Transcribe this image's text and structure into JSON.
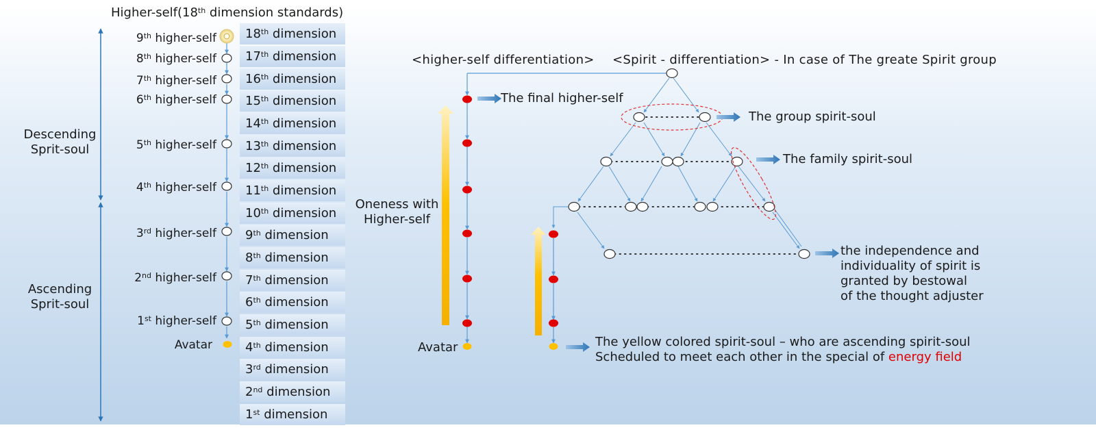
{
  "title": {
    "pre": "Higher-self(18",
    "sup": "th",
    "post": " dimension standards)"
  },
  "side_labels": {
    "descending": [
      "Descending",
      "Sprit-soul"
    ],
    "ascending": [
      "Ascending",
      "Sprit-soul"
    ]
  },
  "higher_selves": [
    {
      "num": "9",
      "sup": "th",
      "label": " higher-self"
    },
    {
      "num": "8",
      "sup": "th",
      "label": " higher-self"
    },
    {
      "num": "7",
      "sup": "th",
      "label": " higher-self"
    },
    {
      "num": "6",
      "sup": "th",
      "label": " higher-self"
    },
    {
      "num": "5",
      "sup": "th",
      "label": " higher-self"
    },
    {
      "num": "4",
      "sup": "th",
      "label": " higher-self"
    },
    {
      "num": "3",
      "sup": "rd",
      "label": " higher-self"
    },
    {
      "num": "2",
      "sup": "nd",
      "label": " higher-self"
    },
    {
      "num": "1",
      "sup": "st",
      "label": " higher-self"
    }
  ],
  "avatar_label": "Avatar",
  "dimensions": [
    {
      "num": "18",
      "sup": "th",
      "label": " dimension"
    },
    {
      "num": "17",
      "sup": "th",
      "label": " dimension"
    },
    {
      "num": "16",
      "sup": "th",
      "label": " dimension"
    },
    {
      "num": "15",
      "sup": "th",
      "label": " dimension"
    },
    {
      "num": "14",
      "sup": "th",
      "label": " dimension"
    },
    {
      "num": "13",
      "sup": "th",
      "label": " dimension"
    },
    {
      "num": "12",
      "sup": "th",
      "label": " dimension"
    },
    {
      "num": "11",
      "sup": "th",
      "label": " dimension"
    },
    {
      "num": "10",
      "sup": "th",
      "label": " dimension"
    },
    {
      "num": "9",
      "sup": "th",
      "label": " dimension"
    },
    {
      "num": "8",
      "sup": "th",
      "label": " dimension"
    },
    {
      "num": "7",
      "sup": "th",
      "label": " dimension"
    },
    {
      "num": "6",
      "sup": "th",
      "label": " dimension"
    },
    {
      "num": "5",
      "sup": "th",
      "label": " dimension"
    },
    {
      "num": "4",
      "sup": "th",
      "label": " dimension"
    },
    {
      "num": "3",
      "sup": "rd",
      "label": " dimension"
    },
    {
      "num": "2",
      "sup": "nd",
      "label": " dimension"
    },
    {
      "num": "1",
      "sup": "st",
      "label": " dimension"
    }
  ],
  "higher_self_diff_title": "<higher-self differentiation>",
  "spirit_diff_title": "<Spirit - differentiation> - In case of The greate Spirit group",
  "final_higher_self": "The final higher-self",
  "oneness": [
    "Oneness with",
    "Higher-self"
  ],
  "avatar_label_2": "Avatar",
  "group_spirit_soul": "The group spirit-soul",
  "family_spirit_soul": "The family spirit-soul",
  "independence": [
    "the independence and",
    "individuality of spirit is",
    "granted by bestowal",
    "of the thought adjuster"
  ],
  "yellow_line1": "The yellow colored spirit-soul – who are ascending spirit-soul",
  "yellow_line2_pre": "Scheduled to meet each other in the special of ",
  "yellow_line2_red": "energy field",
  "colors": {
    "arrow": "#5b9bd5",
    "red_node": "#e00000",
    "yellow_node": "#ffc000",
    "dark_arrow": "#2e75b6",
    "dashed_red": "#e03030"
  }
}
